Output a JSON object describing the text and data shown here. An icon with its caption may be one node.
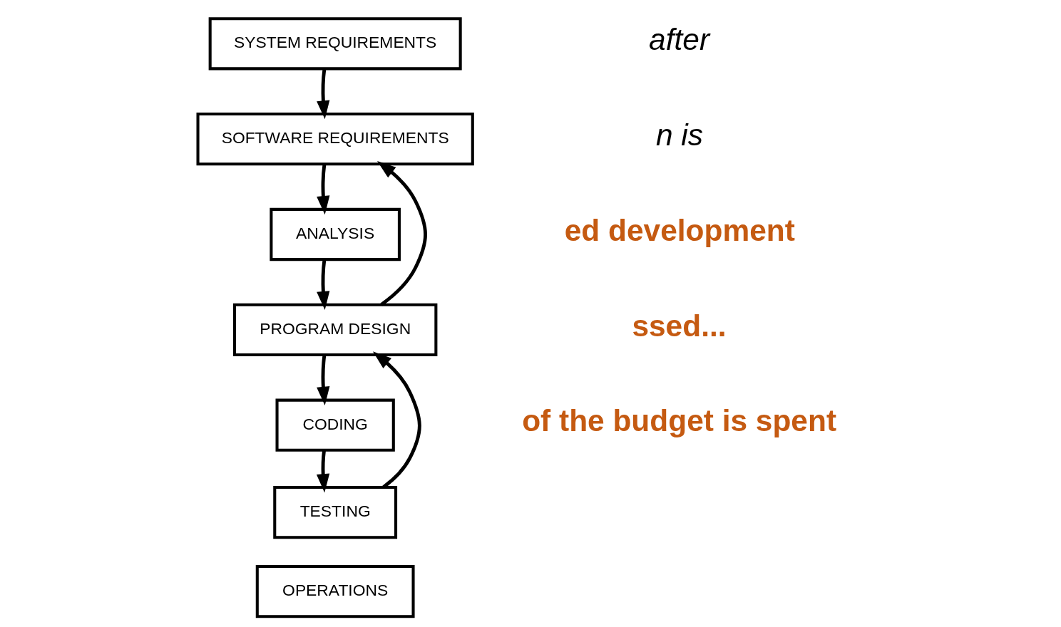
{
  "diagram": {
    "nodes": [
      {
        "text": [
          "SYSTEM REQUIREMENTS"
        ]
      },
      {
        "text": [
          "SOFTWARE REQUIREMENTS"
        ]
      },
      {
        "text": [
          "ANALYSIS"
        ]
      },
      {
        "text": [
          "PROGRAM DESIGN"
        ]
      },
      {
        "text": [
          "CODING"
        ]
      },
      {
        "text": [
          "TESTING"
        ]
      },
      {
        "text": [
          "OPERATIONS"
        ]
      }
    ],
    "edges": [
      {
        "from": 0,
        "to": 1,
        "arrow": "to"
      },
      {
        "from": 1,
        "to": 2,
        "arrow": "to"
      },
      {
        "from": 2,
        "to": 3,
        "arrow": "to"
      },
      {
        "from": 3,
        "to": 1,
        "arrow": "to"
      },
      {
        "from": 3,
        "to": 4,
        "arrow": "to"
      },
      {
        "from": 4,
        "to": 5,
        "arrow": "to"
      },
      {
        "from": 5,
        "to": 3,
        "arrow": "to"
      }
    ],
    "labels": [
      "after",
      "n is",
      "ed development",
      "ssed...",
      "of the budget is spent"
    ]
  }
}
